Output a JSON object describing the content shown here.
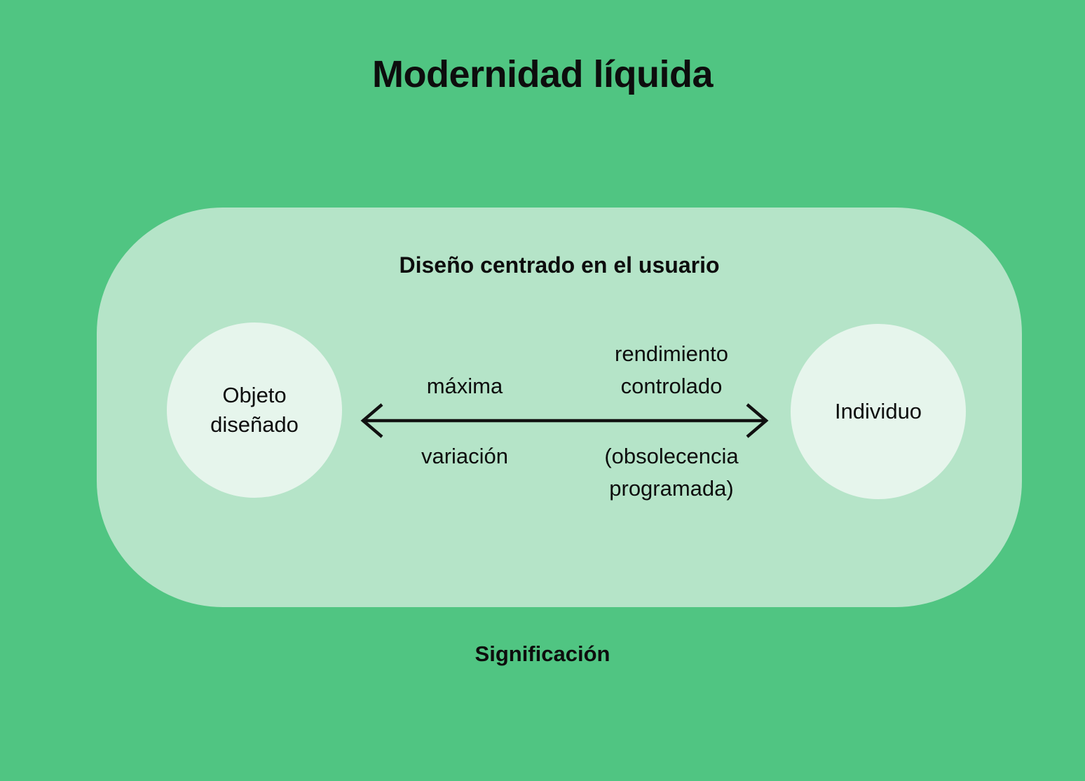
{
  "page": {
    "title": "Modernidad líquida",
    "background_color": "#50c582",
    "capsule_color": "#b5e4c8",
    "node_color": "#e6f5ec",
    "text_color": "#0d0d0d"
  },
  "diagram": {
    "container_label": "Diseño centrado en el usuario",
    "footer_label": "Significación",
    "nodes": [
      {
        "id": "objeto-disenado",
        "label": "Objeto\ndiseñado"
      },
      {
        "id": "individuo",
        "label": "Individuo"
      }
    ],
    "connector": {
      "type": "double-headed-arrow",
      "direction": "bidirectional",
      "arrowhead_style": "open-chevron",
      "labels": {
        "top_left": "máxima",
        "bottom_left": "variación",
        "top_right": "rendimiento\ncontrolado",
        "bottom_right": "(obsolecencia\nprogramada)"
      }
    }
  }
}
